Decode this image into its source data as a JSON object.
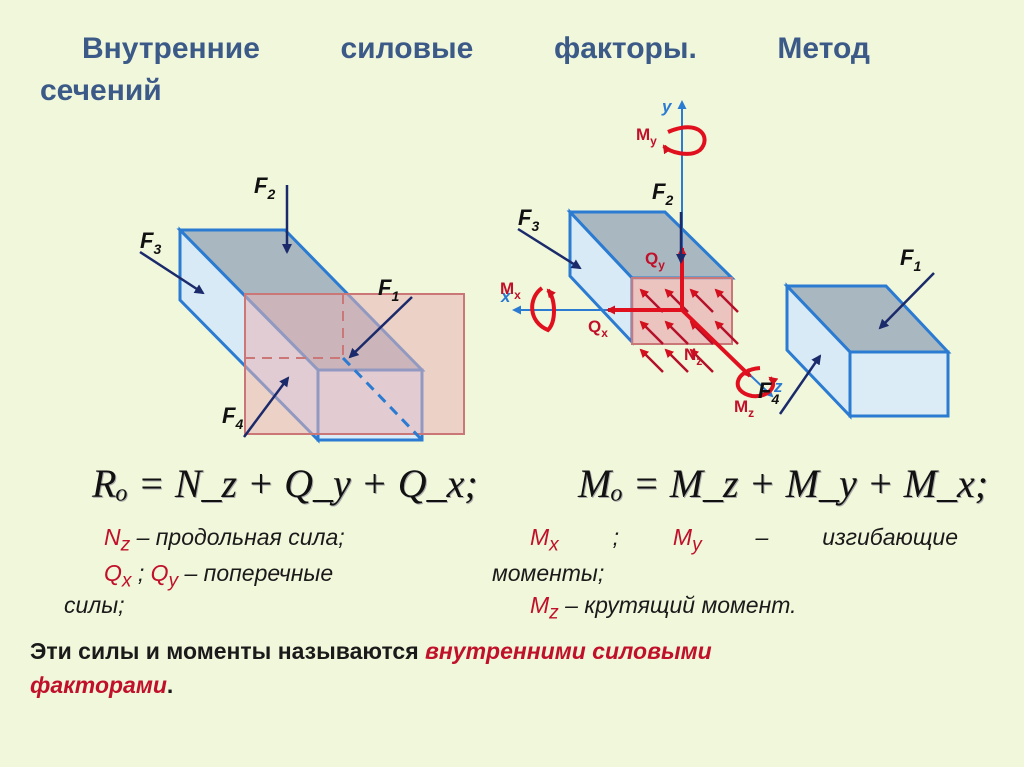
{
  "title": {
    "words": [
      "Внутренние",
      "силовые",
      "факторы.",
      "Метод"
    ],
    "line2": "сечений"
  },
  "labels": {
    "f1": "F",
    "f1_sub": "1",
    "f2": "F",
    "f2_sub": "2",
    "f3": "F",
    "f3_sub": "3",
    "f4": "F",
    "f4_sub": "4",
    "axis_y": "y",
    "axis_x": "x",
    "axis_z": "z",
    "my": "M",
    "my_sub": "y",
    "mx": "M",
    "mx_sub": "x",
    "mz": "M",
    "mz_sub": "z",
    "qy": "Q",
    "qy_sub": "y",
    "qx": "Q",
    "qx_sub": "x",
    "nz": "N",
    "nz_sub": "z"
  },
  "formulas": {
    "force": "Rₒ = N_z + Q_y + Q_x;",
    "moment": "Mₒ = M_z + M_y + M_x;"
  },
  "definitions": {
    "nz_sym": "N",
    "nz_sub": "z",
    "nz_text": " – продольная сила;",
    "q_line_part1": "Q",
    "q_sub_x": "x",
    "q_sep": "  ;  ",
    "q_line_part2": "Q",
    "q_sub_y": "y",
    "q_text": "  –  поперечные",
    "q_text2": "силы;",
    "m_sym1": "M",
    "m_sub_x": "x",
    "m_sep": "  ;  ",
    "m_sym2": "M",
    "m_sub_y": "y",
    "m_dash": "  –  ",
    "m_text": "изгибающие",
    "m_text2": "моменты;",
    "mz_sym": "M",
    "mz_sub": "z",
    "mz_text": " – крутящий момент."
  },
  "footer": {
    "plain": "Эти силы и моменты называются ",
    "highlight1": "внутренними силовыми",
    "highlight2": "факторами",
    "end": "."
  },
  "colors": {
    "background": "#f1f7db",
    "title": "#3b5a88",
    "accent_red": "#c0102a",
    "block_face": "#d8eaf5",
    "block_top": "#a9b8c0",
    "block_edge": "#2a7bd1",
    "section_plane": "#e8b3b5"
  }
}
